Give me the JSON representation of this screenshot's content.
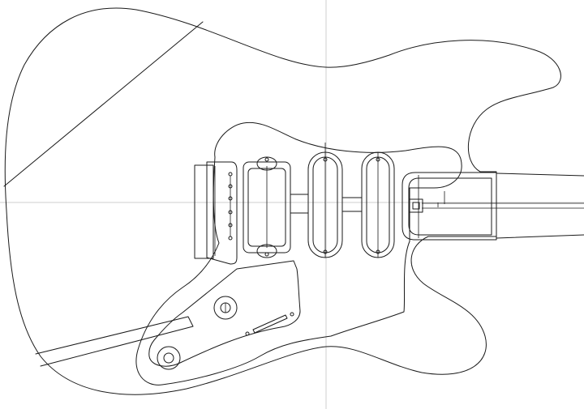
{
  "drawing": {
    "background": "#ffffff",
    "stroke_color": "#1a1a1a",
    "guide_color": "#cfcfcf",
    "components": [
      "guitar-body-outline",
      "pickguard",
      "bridge",
      "bridge-humbucker",
      "middle-single-coil",
      "neck-single-coil",
      "neck-pocket",
      "neck",
      "control-plate"
    ]
  }
}
